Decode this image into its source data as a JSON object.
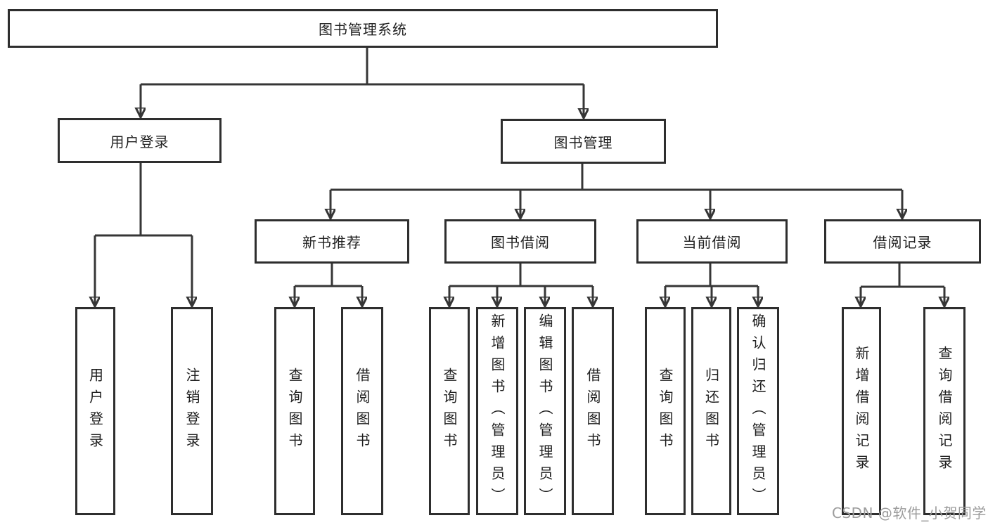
{
  "colors": {
    "line": "#363636",
    "border": "#2e2e2e",
    "text": "#1f1f1f",
    "watermark": "#9c9c9c"
  },
  "watermark": "CSDN @软件_小贺同学",
  "tree": {
    "root": {
      "label": "图书管理系统"
    },
    "children": [
      {
        "label": "用户登录",
        "children": [
          {
            "label": "用户登录"
          },
          {
            "label": "注销登录"
          }
        ]
      },
      {
        "label": "图书管理",
        "children": [
          {
            "label": "新书推荐",
            "children": [
              {
                "label": "查询图书"
              },
              {
                "label": "借阅图书"
              }
            ]
          },
          {
            "label": "图书借阅",
            "children": [
              {
                "label": "查询图书"
              },
              {
                "label": "新增图书（管理员）"
              },
              {
                "label": "编辑图书（管理员）"
              },
              {
                "label": "借阅图书"
              }
            ]
          },
          {
            "label": "当前借阅",
            "children": [
              {
                "label": "查询图书"
              },
              {
                "label": "归还图书"
              },
              {
                "label": "确认归还（管理员）"
              }
            ]
          },
          {
            "label": "借阅记录",
            "children": [
              {
                "label": "新增借阅记录"
              },
              {
                "label": "查询借阅记录"
              }
            ]
          }
        ]
      }
    ]
  }
}
